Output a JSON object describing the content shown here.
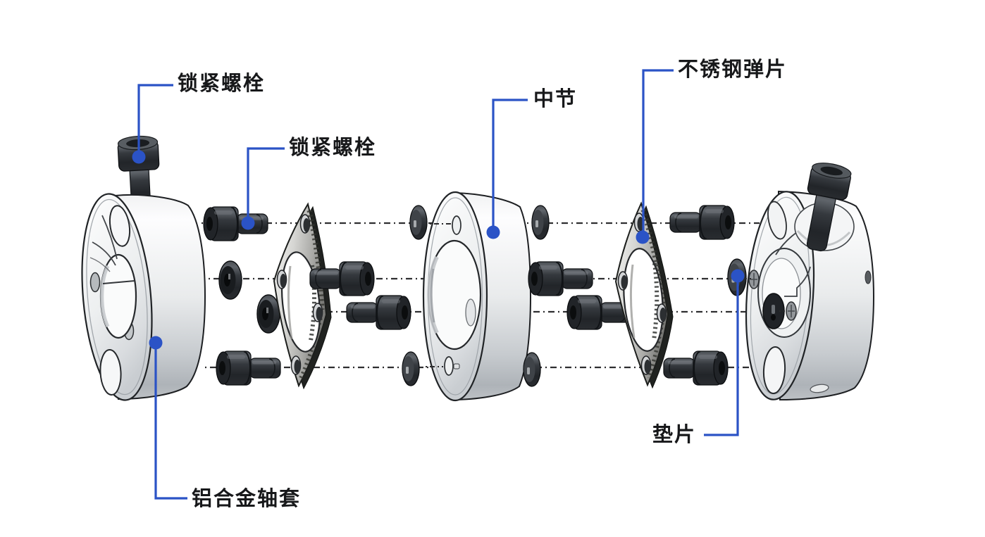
{
  "colors": {
    "leader": "#2b53c6",
    "text": "#17181a",
    "background": "#ffffff"
  },
  "diagram": {
    "type": "exploded-view-coupling",
    "labels": [
      {
        "id": "lock-bolt-left",
        "text": "锁紧螺栓"
      },
      {
        "id": "lock-screw",
        "text": "锁紧螺栓"
      },
      {
        "id": "center-spacer",
        "text": "中节"
      },
      {
        "id": "spring-disc",
        "text": "不锈钢弹片"
      },
      {
        "id": "washer",
        "text": "垫片"
      },
      {
        "id": "aluminum-hub",
        "text": "铝合金轴套"
      }
    ]
  }
}
